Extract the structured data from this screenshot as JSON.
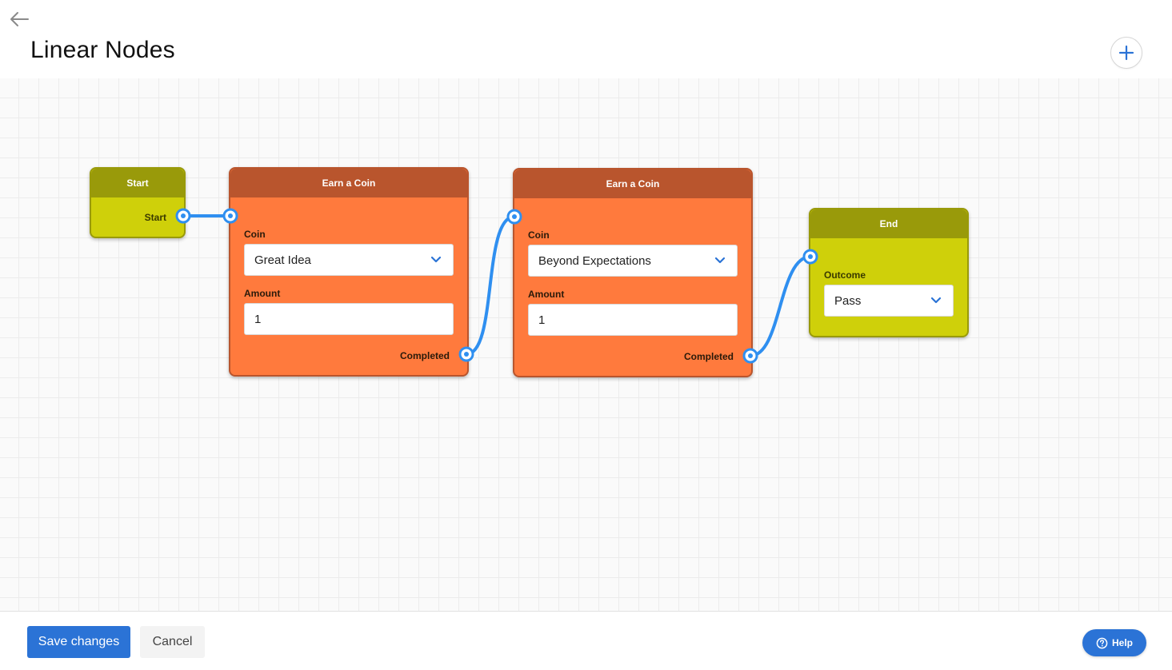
{
  "header": {
    "title": "Linear Nodes",
    "back_icon": "arrow-left-icon",
    "add_icon": "plus-icon"
  },
  "nodes": {
    "start": {
      "title": "Start",
      "output_label": "Start"
    },
    "coin_1": {
      "title": "Earn a Coin",
      "coin_label": "Coin",
      "coin_value": "Great Idea",
      "amount_label": "Amount",
      "amount_value": "1",
      "output_label": "Completed"
    },
    "coin_2": {
      "title": "Earn a Coin",
      "coin_label": "Coin",
      "coin_value": "Beyond Expectations",
      "amount_label": "Amount",
      "amount_value": "1",
      "output_label": "Completed"
    },
    "end": {
      "title": "End",
      "outcome_label": "Outcome",
      "outcome_value": "Pass"
    }
  },
  "footer": {
    "save_label": "Save changes",
    "cancel_label": "Cancel",
    "help_label": "Help",
    "help_icon": "question-circle-icon"
  },
  "colors": {
    "accent": "#2b73d6",
    "wire": "#2f8ff0",
    "start_end_body": "#cfd00a",
    "start_end_header": "#999a0a",
    "coin_body": "#ff7a3d",
    "coin_header": "#b9552d"
  }
}
